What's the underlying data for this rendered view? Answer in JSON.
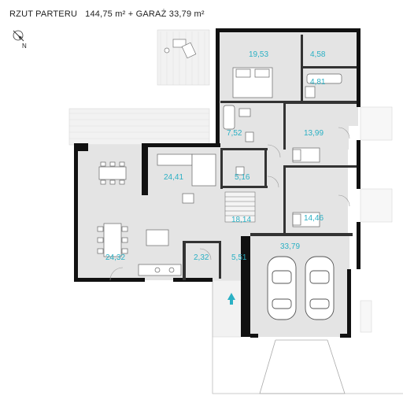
{
  "header": {
    "title": "RZUT PARTERU",
    "floor_area": "144,75 m² + GARAŻ 33,79 m²"
  },
  "compass": {
    "label": "N"
  },
  "rooms": [
    {
      "id": "bedroom-main",
      "area": "19,53"
    },
    {
      "id": "wardrobe",
      "area": "4,58"
    },
    {
      "id": "bathroom-ensuite",
      "area": "4,81"
    },
    {
      "id": "bathroom",
      "area": "7,52"
    },
    {
      "id": "bedroom-2",
      "area": "13,99"
    },
    {
      "id": "living-room",
      "area": "24,41"
    },
    {
      "id": "hall-small",
      "area": "5,16"
    },
    {
      "id": "hall",
      "area": "18,14"
    },
    {
      "id": "bedroom-3",
      "area": "14,46"
    },
    {
      "id": "kitchen-dining",
      "area": "24,32"
    },
    {
      "id": "pantry",
      "area": "2,32"
    },
    {
      "id": "vestibule",
      "area": "5,51"
    },
    {
      "id": "garage",
      "area": "33,79"
    }
  ],
  "colors": {
    "wall": "#111111",
    "floor": "#e4e4e4",
    "terrace": "#f3f3f3",
    "label": "#2ab0c4",
    "entry_arrow": "#2ab0c4"
  }
}
